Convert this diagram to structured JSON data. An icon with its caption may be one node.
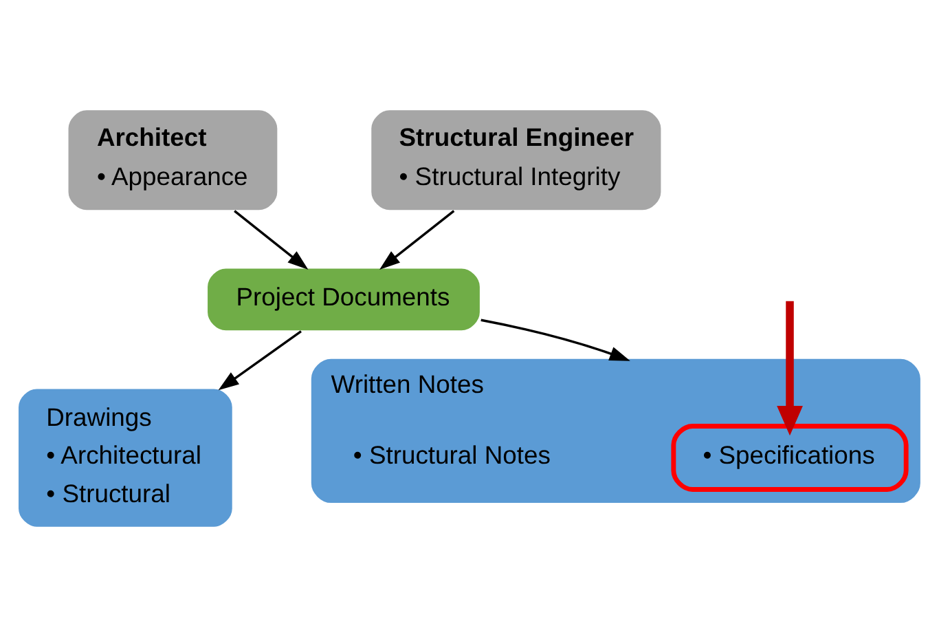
{
  "diagram": {
    "nodes": [
      {
        "text": [
          "Architect",
          "• Appearance"
        ]
      },
      {
        "text": [
          "Structural Engineer",
          "• Structural Integrity"
        ]
      },
      {
        "text": [
          "Project Documents"
        ]
      },
      {
        "text": [
          "Drawings",
          "• Architectural",
          "• Structural"
        ]
      },
      {
        "text": [
          "Written Notes",
          "• Structural Notes"
        ]
      },
      {
        "text": [
          "• Specifications"
        ],
        "in": 4
      }
    ],
    "edges": [
      {
        "from": 0,
        "to": 2,
        "arrow": "to"
      },
      {
        "from": 1,
        "to": 2,
        "arrow": "to"
      },
      {
        "from": 2,
        "to": 3,
        "arrow": "to"
      },
      {
        "from": 2,
        "to": 4,
        "arrow": "to"
      },
      {
        "from": null,
        "to": 5,
        "arrow": "to",
        "style": "thick",
        "color": "#c00000"
      }
    ]
  }
}
